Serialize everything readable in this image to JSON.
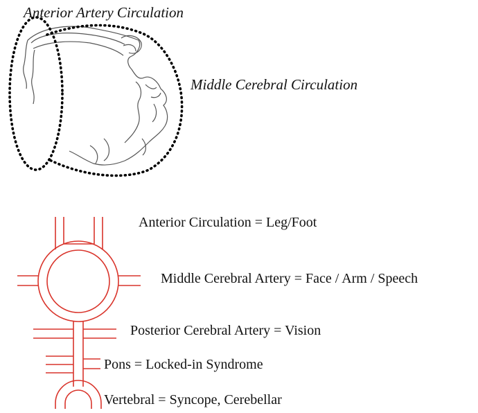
{
  "top_labels": {
    "anterior": "Anterior Artery Circulation",
    "middle": "Middle Cerebral Circulation"
  },
  "legend": {
    "anterior": "Anterior Circulation = Leg/Foot",
    "middle": "Middle Cerebral Artery = Face / Arm / Speech",
    "posterior": "Posterior Cerebral Artery = Vision",
    "pons": "Pons = Locked-in Syndrome",
    "vertebral": "Vertebral = Syncope, Cerebellar"
  },
  "colors": {
    "artery": "#d9342b",
    "sketch": "#555555",
    "dotted": "#000000"
  }
}
